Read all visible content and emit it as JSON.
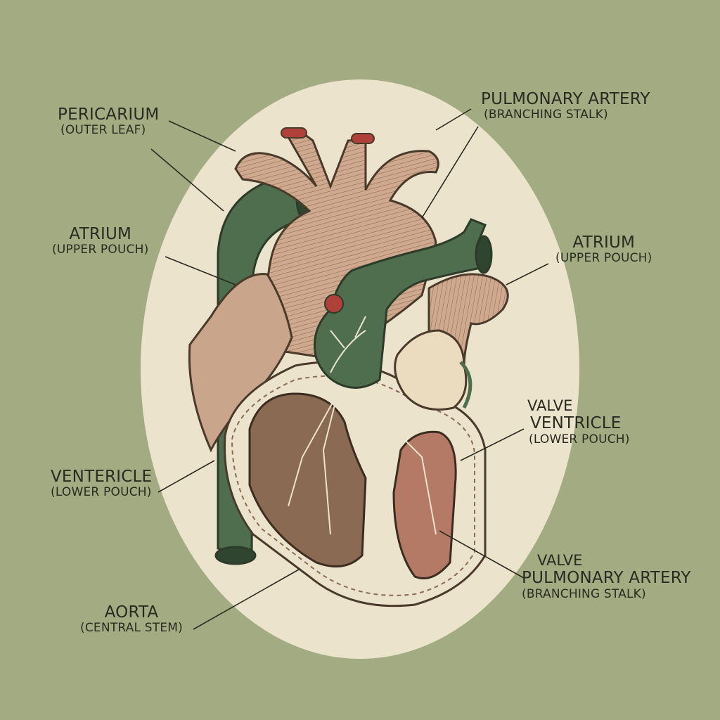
{
  "labels": {
    "pericardium": {
      "main": "PERICARIUM",
      "sub": "(OUTER LEAF)"
    },
    "pulmonary_artery_top": {
      "main": "PULMONARY ARTERY",
      "sub": "(BRANCHING STALK)"
    },
    "atrium_left": {
      "main": "ATRIUM",
      "sub": "(UPPER POUCH)"
    },
    "atrium_right": {
      "main": "ATRIUM",
      "sub": "(UPPER POUCH)"
    },
    "ventricle_right_side": {
      "pre": "VALVE",
      "main": "VENTRICLE",
      "sub": "(LOWER POUCH)"
    },
    "ventricle_left_side": {
      "main": "VENTERICLE",
      "sub": "(LOWER POUCH)"
    },
    "pulmonary_artery_bottom": {
      "pre": "VALVE",
      "main": "PULMONARY ARTERY",
      "sub": "(BRANCHING STALK)"
    },
    "aorta": {
      "main": "AORTA",
      "sub": "(CENTRAL STEM)"
    }
  },
  "colors": {
    "background": "#a3ab82",
    "oval": "#ebe3cc",
    "vessel_green": "#4e6e4d",
    "muscle_tan": "#c9a58c",
    "chamber_brown": "#8a6a52",
    "chamber_red": "#b57a66",
    "ink": "#2a2a22"
  }
}
